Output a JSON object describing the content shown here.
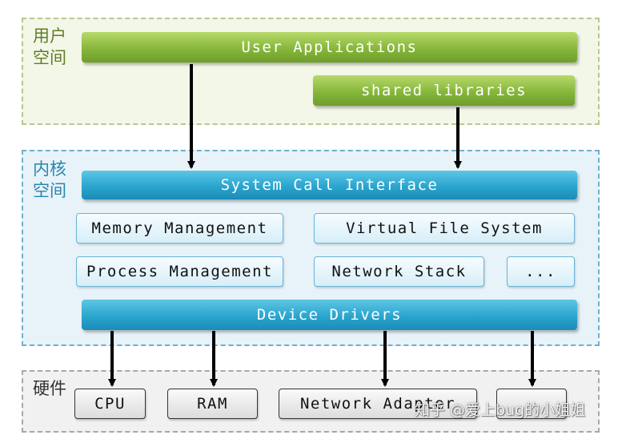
{
  "user_space": {
    "label": "用户\n空间",
    "user_applications": "User Applications",
    "shared_libraries": "shared libraries"
  },
  "kernel_space": {
    "label": "内核\n空间",
    "system_call_interface": "System Call Interface",
    "memory_management": "Memory Management",
    "virtual_file_system": "Virtual File System",
    "process_management": "Process Management",
    "network_stack": "Network Stack",
    "more": "...",
    "device_drivers": "Device Drivers"
  },
  "hardware": {
    "label": "硬件",
    "cpu": "CPU",
    "ram": "RAM",
    "network_adapter": "Network Adapter",
    "extra": ""
  },
  "watermark": "知乎 @爱上bug的小姐姐",
  "colors": {
    "user_zone": "#f3f7e7",
    "kernel_zone": "#e7f3f9",
    "hardware_zone": "#f1f1f1",
    "green_bar": "#86b73a",
    "blue_bar": "#2aa5cf",
    "arrow": "#000000"
  }
}
